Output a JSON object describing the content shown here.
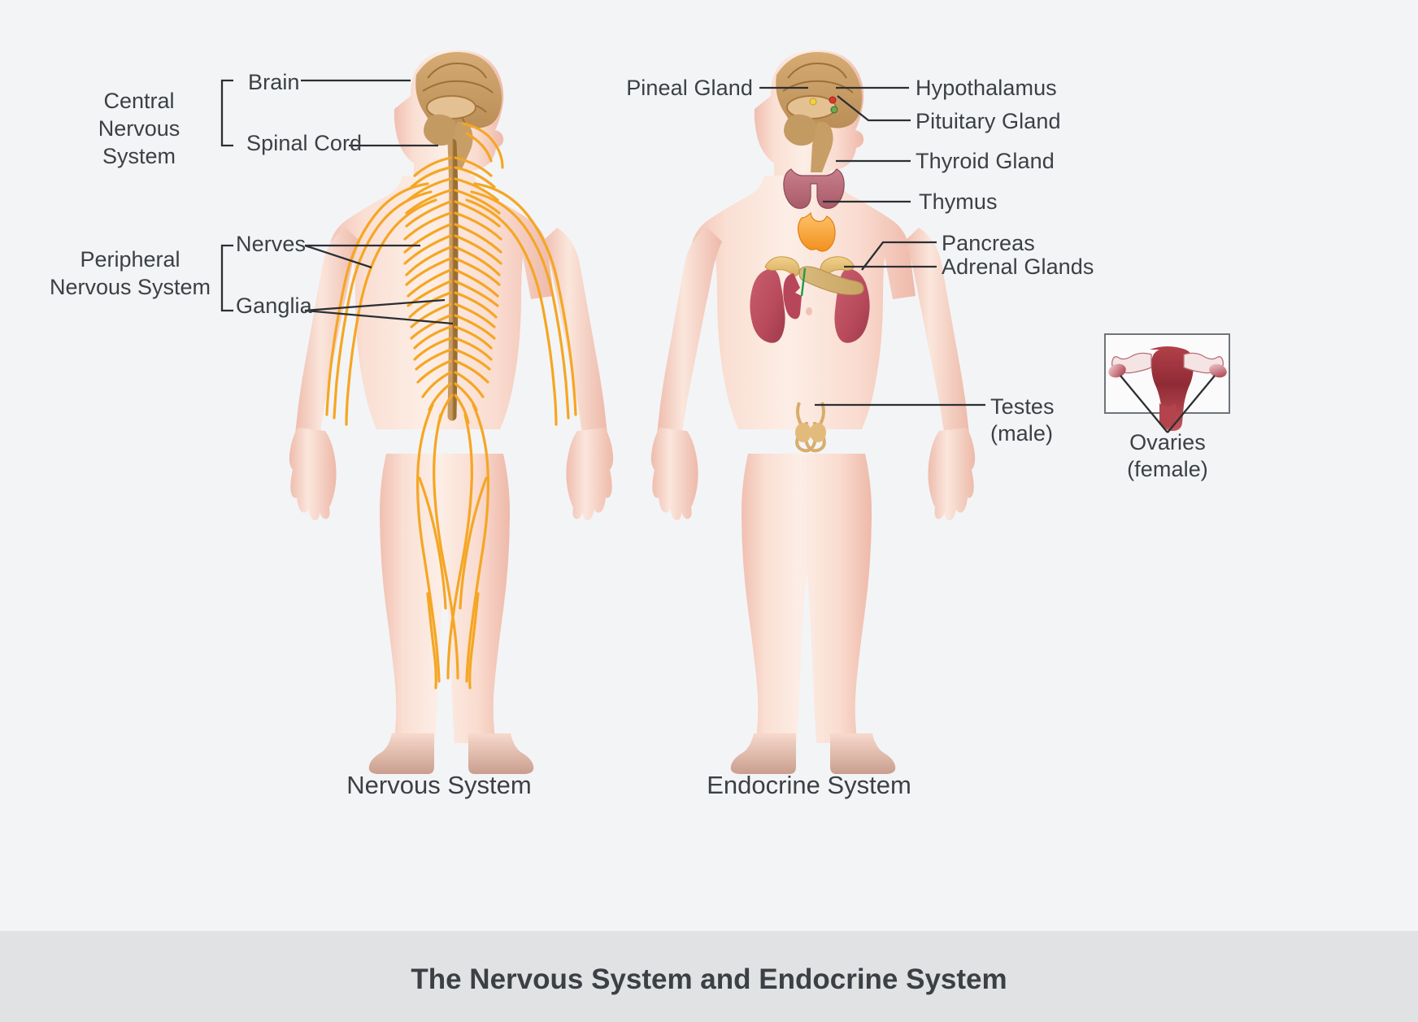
{
  "figure": {
    "caption": "The Nervous System and Endocrine System",
    "background_color": "#f3f4f6",
    "caption_bar_color": "#e1e2e4",
    "text_color": "#3c4045",
    "nerve_color": "#f5a623",
    "leader_line_color": "#2c2f33"
  },
  "panels": [
    {
      "id": "nervous",
      "title": "Nervous System",
      "groups": [
        {
          "name": "central",
          "label": "Central\nNervous System",
          "members": [
            "Brain",
            "Spinal Cord"
          ]
        },
        {
          "name": "peripheral",
          "label": "Peripheral\nNervous System",
          "members": [
            "Nerves",
            "Ganglia"
          ]
        }
      ],
      "labels": [
        {
          "name": "brain",
          "text": "Brain"
        },
        {
          "name": "spinal-cord",
          "text": "Spinal Cord"
        },
        {
          "name": "nerves",
          "text": "Nerves"
        },
        {
          "name": "ganglia",
          "text": "Ganglia"
        }
      ]
    },
    {
      "id": "endocrine",
      "title": "Endocrine System",
      "labels": [
        {
          "name": "pineal-gland",
          "text": "Pineal Gland"
        },
        {
          "name": "hypothalamus",
          "text": "Hypothalamus"
        },
        {
          "name": "pituitary-gland",
          "text": "Pituitary Gland"
        },
        {
          "name": "thyroid-gland",
          "text": "Thyroid Gland"
        },
        {
          "name": "thymus",
          "text": "Thymus"
        },
        {
          "name": "pancreas",
          "text": "Pancreas"
        },
        {
          "name": "adrenal-glands",
          "text": "Adrenal Glands"
        },
        {
          "name": "testes",
          "text": "Testes\n(male)"
        }
      ],
      "inset": {
        "name": "ovaries-inset",
        "label": "Ovaries\n(female)"
      }
    }
  ],
  "label_text": {
    "central_nervous_system_line1": "Central",
    "central_nervous_system_line2": "Nervous System",
    "peripheral_nervous_system_line1": "Peripheral",
    "peripheral_nervous_system_line2": "Nervous System",
    "brain": "Brain",
    "spinal_cord": "Spinal Cord",
    "nerves": "Nerves",
    "ganglia": "Ganglia",
    "pineal_gland": "Pineal Gland",
    "hypothalamus": "Hypothalamus",
    "pituitary_gland": "Pituitary Gland",
    "thyroid_gland": "Thyroid Gland",
    "thymus": "Thymus",
    "pancreas": "Pancreas",
    "adrenal_glands": "Adrenal Glands",
    "testes_line1": "Testes",
    "testes_line2": "(male)",
    "ovaries_line1": "Ovaries",
    "ovaries_line2": "(female)",
    "nervous_system_title": "Nervous System",
    "endocrine_system_title": "Endocrine System",
    "caption": "The Nervous System and Endocrine System"
  }
}
